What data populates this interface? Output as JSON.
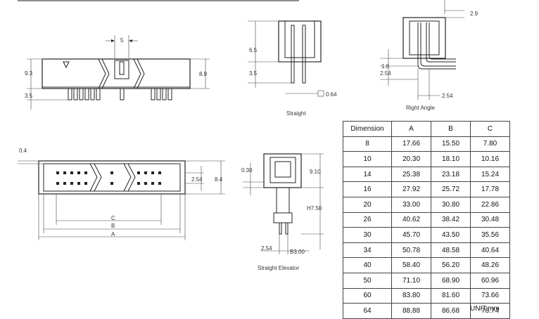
{
  "views": {
    "side": {
      "width": "5",
      "height": "9.3",
      "body_height": "8.9",
      "pin_length": "3.5"
    },
    "straight": {
      "label": "Straight",
      "top": "6.5",
      "bottom": "3.5",
      "pin": "0.64"
    },
    "right_angle": {
      "label": "Right Angle",
      "top": "2.9",
      "offset": "1.8",
      "pitch_v": "2.54",
      "pitch_h": "2.54"
    },
    "top": {
      "wall": "0.4",
      "pitch": "2.54",
      "width": "8.4",
      "c": "C",
      "b": "B",
      "a": "A"
    },
    "elevator": {
      "label": "Straight Elevator",
      "wall": "0.30",
      "top": "9.10",
      "h": "H7.50",
      "pitch": "2.54",
      "b": "B3.00"
    }
  },
  "table": {
    "headers": [
      "Dimension",
      "A",
      "B",
      "C"
    ],
    "rows": [
      [
        "8",
        "17.66",
        "15.50",
        "7.80"
      ],
      [
        "10",
        "20.30",
        "18.10",
        "10.16"
      ],
      [
        "14",
        "25.38",
        "23.18",
        "15.24"
      ],
      [
        "16",
        "27.92",
        "25.72",
        "17.78"
      ],
      [
        "20",
        "33.00",
        "30.80",
        "22.86"
      ],
      [
        "26",
        "40.62",
        "38.42",
        "30.48"
      ],
      [
        "30",
        "45.70",
        "43.50",
        "35.56"
      ],
      [
        "34",
        "50.78",
        "48.58",
        "40.64"
      ],
      [
        "40",
        "58.40",
        "56.20",
        "48.26"
      ],
      [
        "50",
        "71.10",
        "68.90",
        "60.96"
      ],
      [
        "60",
        "83.80",
        "81.60",
        "73.66"
      ],
      [
        "64",
        "88.88",
        "86.68",
        "78.74"
      ]
    ],
    "unit": "UNIT:mm"
  }
}
